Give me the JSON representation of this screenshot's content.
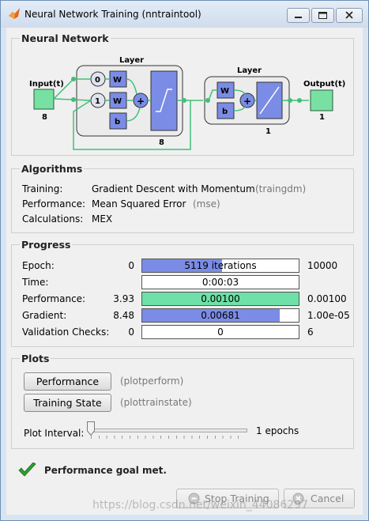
{
  "window": {
    "title": "Neural Network Training (nntraintool)",
    "icons": [
      "matlab-logo-icon",
      "minimize-icon",
      "maximize-icon",
      "close-icon"
    ]
  },
  "network": {
    "section_title": "Neural Network",
    "input_label": "Input(t)",
    "input_size": "8",
    "hidden_layer_title": "Layer",
    "hidden_layer_size": "8",
    "output_layer_title": "Layer",
    "output_layer_size": "1",
    "output_label": "Output(t)",
    "output_size": "1",
    "weight_label": "W",
    "bias_label": "b",
    "delay_0": "0",
    "delay_1": "1",
    "plus": "+"
  },
  "algorithms": {
    "section_title": "Algorithms",
    "training_label": "Training:",
    "training_value": "Gradient Descent with Momentum",
    "training_fn": "(traingdm)",
    "performance_label": "Performance:",
    "performance_value": "Mean Squared Error",
    "performance_fn": "(mse)",
    "calculations_label": "Calculations:",
    "calculations_value": "MEX"
  },
  "progress": {
    "section_title": "Progress",
    "rows": [
      {
        "label": "Epoch:",
        "start": "0",
        "bar_text": "5119 iterations",
        "end": "10000",
        "fill_fraction": 0.512,
        "fill_color": "#7b8ce6"
      },
      {
        "label": "Time:",
        "start": "",
        "bar_text": "0:00:03",
        "end": "",
        "fill_fraction": 0,
        "fill_color": "#7b8ce6"
      },
      {
        "label": "Performance:",
        "start": "3.93",
        "bar_text": "0.00100",
        "end": "0.00100",
        "fill_fraction": 1.0,
        "fill_color": "#6ee0a8"
      },
      {
        "label": "Gradient:",
        "start": "8.48",
        "bar_text": "0.00681",
        "end": "1.00e-05",
        "fill_fraction": 0.88,
        "fill_color": "#7b8ce6"
      },
      {
        "label": "Validation Checks:",
        "start": "0",
        "bar_text": "0",
        "end": "6",
        "fill_fraction": 0,
        "fill_color": "#7b8ce6"
      }
    ]
  },
  "plots": {
    "section_title": "Plots",
    "performance_button": "Performance",
    "performance_fn": "(plotperform)",
    "training_state_button": "Training State",
    "training_state_fn": "(plottrainstate)",
    "interval_label": "Plot Interval:",
    "interval_value": "1 epochs",
    "interval_slider_fraction": 0
  },
  "status": {
    "message": "Performance goal met.",
    "icon": "checkmark-icon",
    "icon_color": "#2e9e2e"
  },
  "footer": {
    "stop_button": "Stop Training",
    "cancel_button": "Cancel",
    "stop_icon": "stop-icon",
    "cancel_icon": "cancel-icon",
    "watermark": "https://blog.csdn.net/weixin_44086297"
  }
}
